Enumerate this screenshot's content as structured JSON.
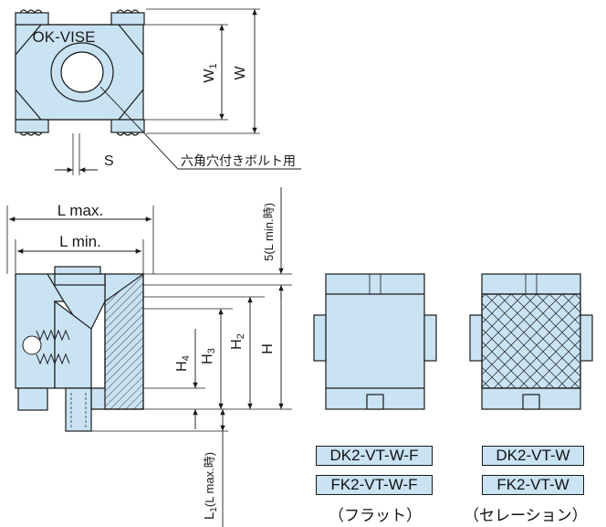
{
  "top_view": {
    "brand": "OK-VISE",
    "dim_w1": "W",
    "dim_w1_sub": "1",
    "dim_w": "W",
    "dim_s": "S",
    "callout": "六角穴付きボルト用"
  },
  "side_view": {
    "l_max": "L max.",
    "l_min": "L min.",
    "dim_5": "5(L min.時)",
    "dim_l1": "L",
    "dim_l1_sub": "1",
    "dim_l1_tail": "(L max.時)",
    "dim_h": "H",
    "dim_h2": "H",
    "dim_h2_sub": "2",
    "dim_h3": "H",
    "dim_h3_sub": "3",
    "dim_h4": "H",
    "dim_h4_sub": "4"
  },
  "variants": [
    {
      "model_dk": "DK2-VT-W-F",
      "model_fk": "FK2-VT-W-F",
      "caption": "（フラット）"
    },
    {
      "model_dk": "DK2-VT-W",
      "model_fk": "FK2-VT-W",
      "caption": "（セレーション）"
    }
  ],
  "colors": {
    "part_fill": "#c9e3f3",
    "outline": "#1a1a1a"
  }
}
